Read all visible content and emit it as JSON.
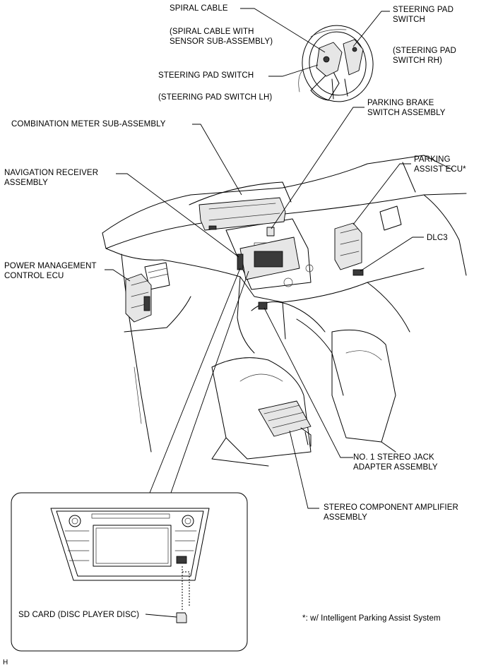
{
  "labels": {
    "spiral_cable": "SPIRAL CABLE",
    "spiral_cable_note": [
      "(SPIRAL CABLE WITH",
      "SENSOR SUB-ASSEMBLY)"
    ],
    "steering_pad_switch_right": [
      "STEERING PAD",
      "SWITCH"
    ],
    "steering_pad_switch_rh_note": [
      "(STEERING PAD",
      "SWITCH RH)"
    ],
    "steering_pad_switch_left": "STEERING PAD SWITCH",
    "steering_pad_switch_lh_note": "(STEERING PAD SWITCH LH)",
    "parking_brake_switch": [
      "PARKING BRAKE",
      "SWITCH ASSEMBLY"
    ],
    "combination_meter": "COMBINATION METER SUB-ASSEMBLY",
    "parking_assist_ecu": [
      "PARKING",
      "ASSIST ECU*"
    ],
    "navigation_receiver": [
      "NAVIGATION RECEIVER",
      "ASSEMBLY"
    ],
    "dlc3": "DLC3",
    "power_management_ecu": [
      "POWER MANAGEMENT",
      "CONTROL ECU"
    ],
    "stereo_jack_adapter": [
      "NO. 1 STEREO JACK",
      "ADAPTER ASSEMBLY"
    ],
    "stereo_amplifier": [
      "STEREO COMPONENT AMPLIFIER",
      "ASSEMBLY"
    ],
    "sd_card": "SD CARD (DISC PLAYER DISC)",
    "footnote": "*: w/ Intelligent Parking Assist System",
    "corner_mark": "H"
  }
}
